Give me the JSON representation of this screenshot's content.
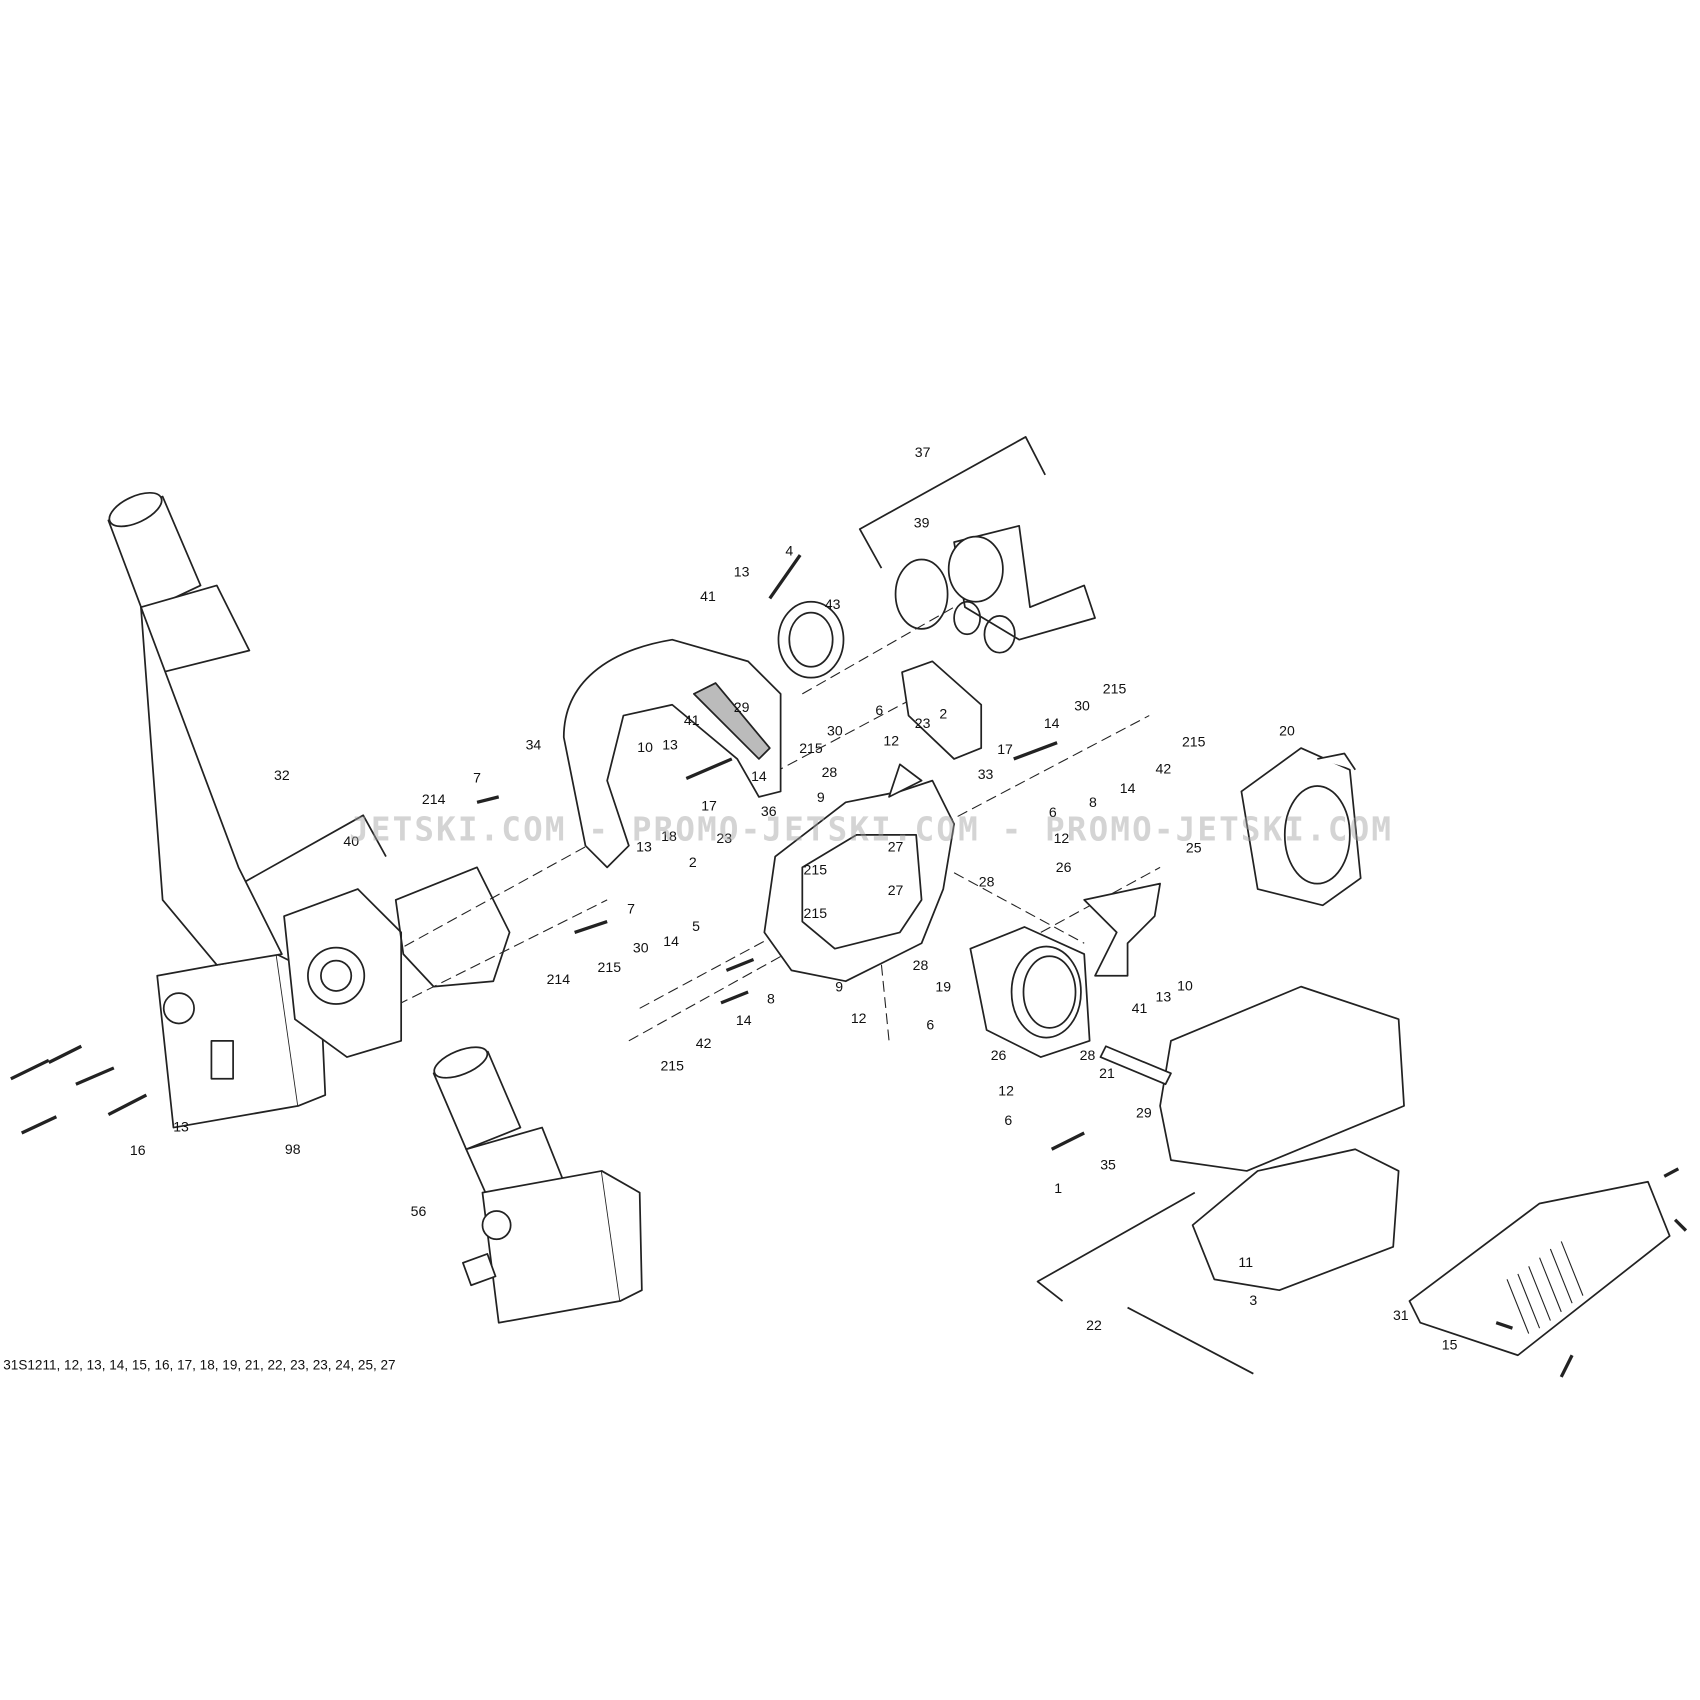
{
  "diagram": {
    "watermark": "JETSKI.COM - PROMO-JETSKI.COM - PROMO-JETSKI.COM",
    "footer_reference": "31S1211, 12, 13, 14, 15, 16, 17, 18, 19, 21, 22, 23, 23, 24, 25, 27",
    "callouts": [
      "37",
      "39",
      "4",
      "13",
      "41",
      "43",
      "29",
      "41",
      "13",
      "10",
      "33",
      "34",
      "30",
      "215",
      "6",
      "12",
      "23",
      "2",
      "14",
      "17",
      "28",
      "9",
      "36",
      "13",
      "18",
      "23",
      "2",
      "27",
      "215",
      "27",
      "215",
      "7",
      "5",
      "14",
      "30",
      "215",
      "8",
      "14",
      "42",
      "215",
      "9",
      "28",
      "12",
      "6",
      "19",
      "17",
      "14",
      "30",
      "215",
      "215",
      "42",
      "14",
      "8",
      "6",
      "12",
      "28",
      "26",
      "25",
      "20",
      "13",
      "10",
      "41",
      "26",
      "28",
      "21",
      "12",
      "6",
      "29",
      "35",
      "1",
      "11",
      "3",
      "22",
      "31",
      "15",
      "32",
      "214",
      "7",
      "40",
      "214",
      "13",
      "16",
      "98",
      "56"
    ]
  }
}
